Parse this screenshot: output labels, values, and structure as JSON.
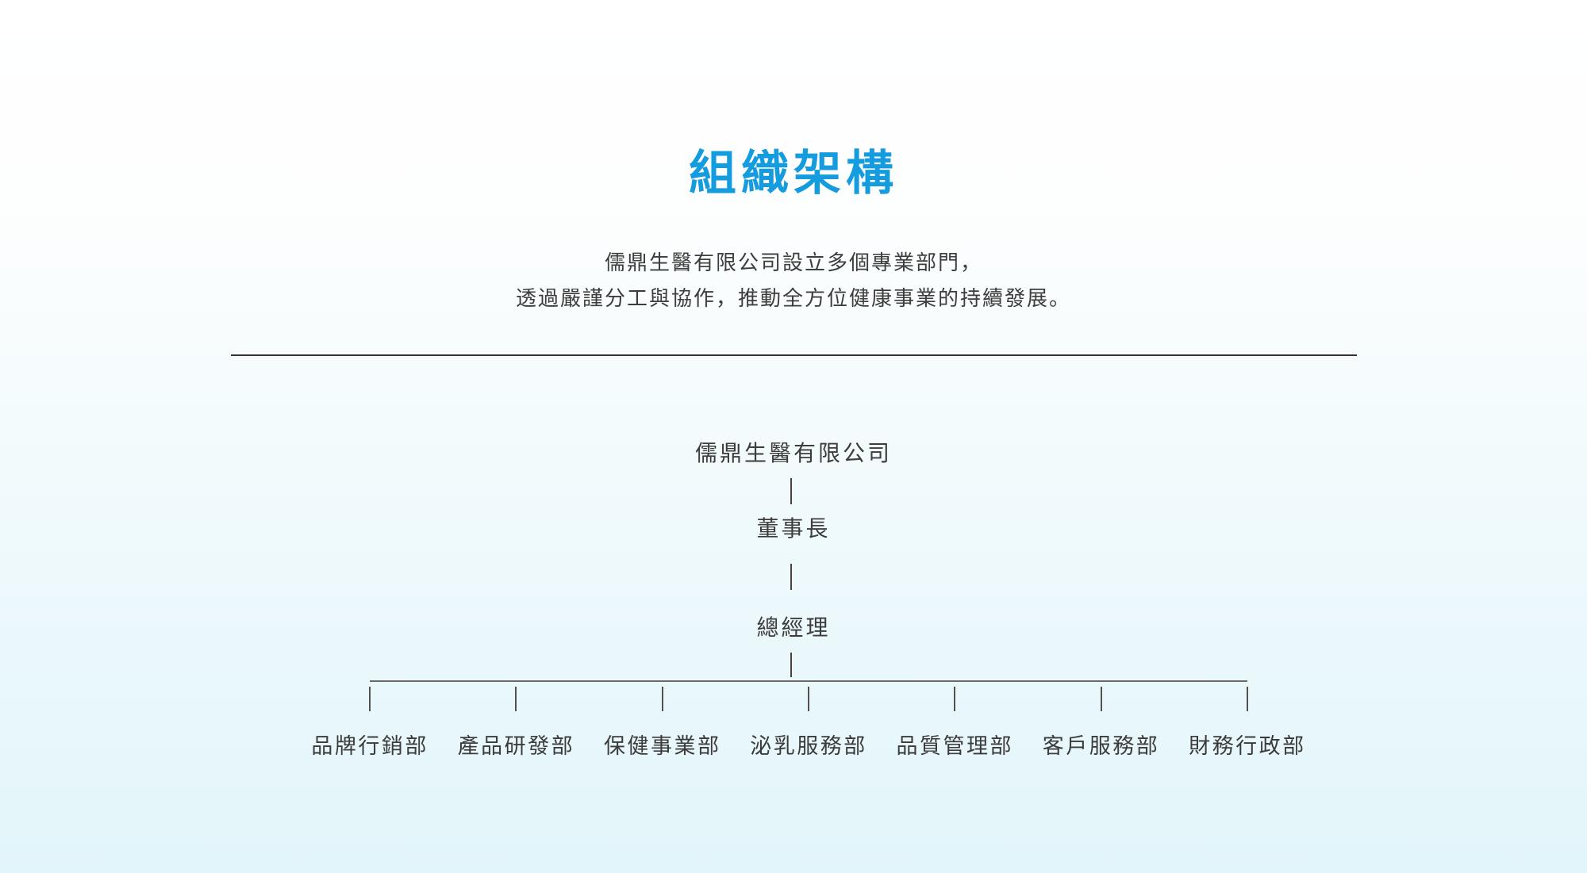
{
  "header": {
    "title": "組織架構",
    "subtitle_line1": "儒鼎生醫有限公司設立多個專業部門，",
    "subtitle_line2": "透過嚴謹分工與協作，推動全方位健康事業的持續發展。"
  },
  "org_chart": {
    "company": "儒鼎生醫有限公司",
    "chairman": "董事長",
    "general_manager": "總經理",
    "departments": [
      "品牌行銷部",
      "產品研發部",
      "保健事業部",
      "泌乳服務部",
      "品質管理部",
      "客戶服務部",
      "財務行政部"
    ]
  },
  "colors": {
    "title_blue": "#149cdf",
    "body_text": "#3d3d3d",
    "divider": "#39312d",
    "connector_line": "#53504e",
    "background_bottom": "#e2f5fa"
  }
}
